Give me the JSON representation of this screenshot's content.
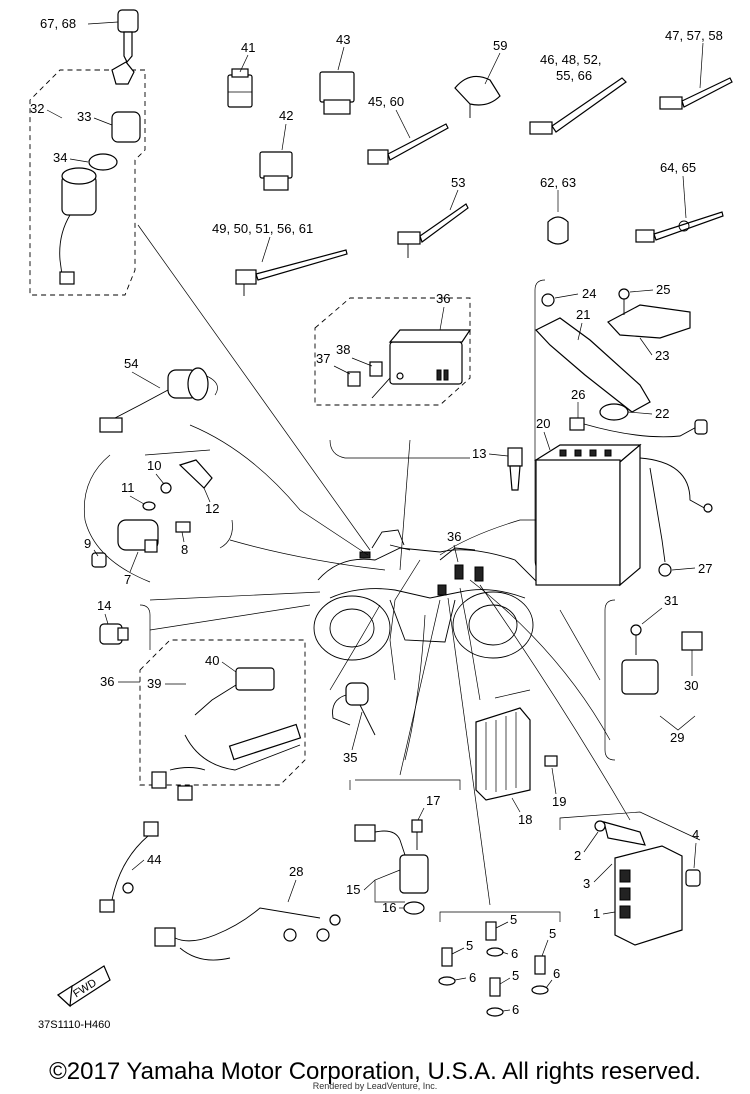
{
  "diagram_code": "37S1110-H460",
  "copyright": "©2017 Yamaha Motor Corporation, U.S.A. All rights reserved.",
  "rendered_by": "Rendered by LeadVenture, Inc.",
  "fwd_label": "FWD",
  "callouts": {
    "c67_68": "67, 68",
    "c41": "41",
    "c43": "43",
    "c59": "59",
    "c46_48_52": "46, 48, 52,",
    "c55_66": "55, 66",
    "c47_57_58": "47, 57, 58",
    "c32": "32",
    "c33": "33",
    "c34": "34",
    "c45_60": "45, 60",
    "c42": "42",
    "c53": "53",
    "c62_63": "62, 63",
    "c64_65": "64, 65",
    "c49_50_51_56_61": "49, 50, 51, 56, 61",
    "c24": "24",
    "c25": "25",
    "c21": "21",
    "c23": "23",
    "c36a": "36",
    "c38": "38",
    "c37": "37",
    "c54": "54",
    "c26": "26",
    "c22": "22",
    "c20": "20",
    "c13": "13",
    "c10": "10",
    "c11": "11",
    "c12": "12",
    "c9": "9",
    "c8": "8",
    "c7": "7",
    "c36b": "36",
    "c27": "27",
    "c14": "14",
    "c31": "31",
    "c36c": "36",
    "c40": "40",
    "c39": "39",
    "c30": "30",
    "c29": "29",
    "c35": "35",
    "c19": "19",
    "c17": "17",
    "c18": "18",
    "c4": "4",
    "c2": "2",
    "c44": "44",
    "c3": "3",
    "c28": "28",
    "c15": "15",
    "c16": "16",
    "c1": "1",
    "c5a": "5",
    "c5b": "5",
    "c6a": "6",
    "c5c": "5",
    "c6b": "6",
    "c5d": "5",
    "c6c": "6",
    "c6d": "6"
  }
}
